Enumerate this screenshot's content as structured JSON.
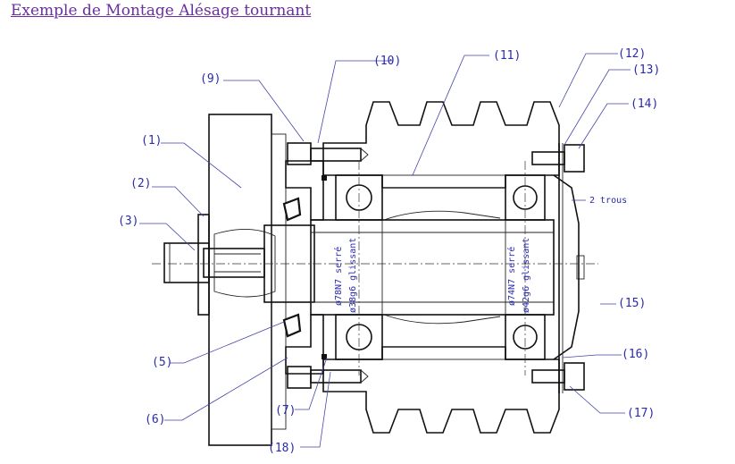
{
  "title": "Exemple de Montage Alésage tournant",
  "labels": {
    "l1": "(1)",
    "l2": "(2)",
    "l3": "(3)",
    "l5": "(5)",
    "l6": "(6)",
    "l7": "(7)",
    "l9": "(9)",
    "l10": "(10)",
    "l11": "(11)",
    "l12": "(12)",
    "l13": "(13)",
    "l14": "(14)",
    "l15": "(15)",
    "l16": "(16)",
    "l17": "(17)",
    "l18": "(18)"
  },
  "annotations": {
    "holes": "2 trous",
    "fit_bore_left": "ø78N7 serré",
    "fit_shaft_left": "ø38g6 glissant",
    "fit_bore_right": "ø74N7 serré",
    "fit_shaft_right": "ø42g6 glissant"
  },
  "colors": {
    "link": "#6b2fa0",
    "labels": "#2a2ab0",
    "lines": "#111111"
  }
}
